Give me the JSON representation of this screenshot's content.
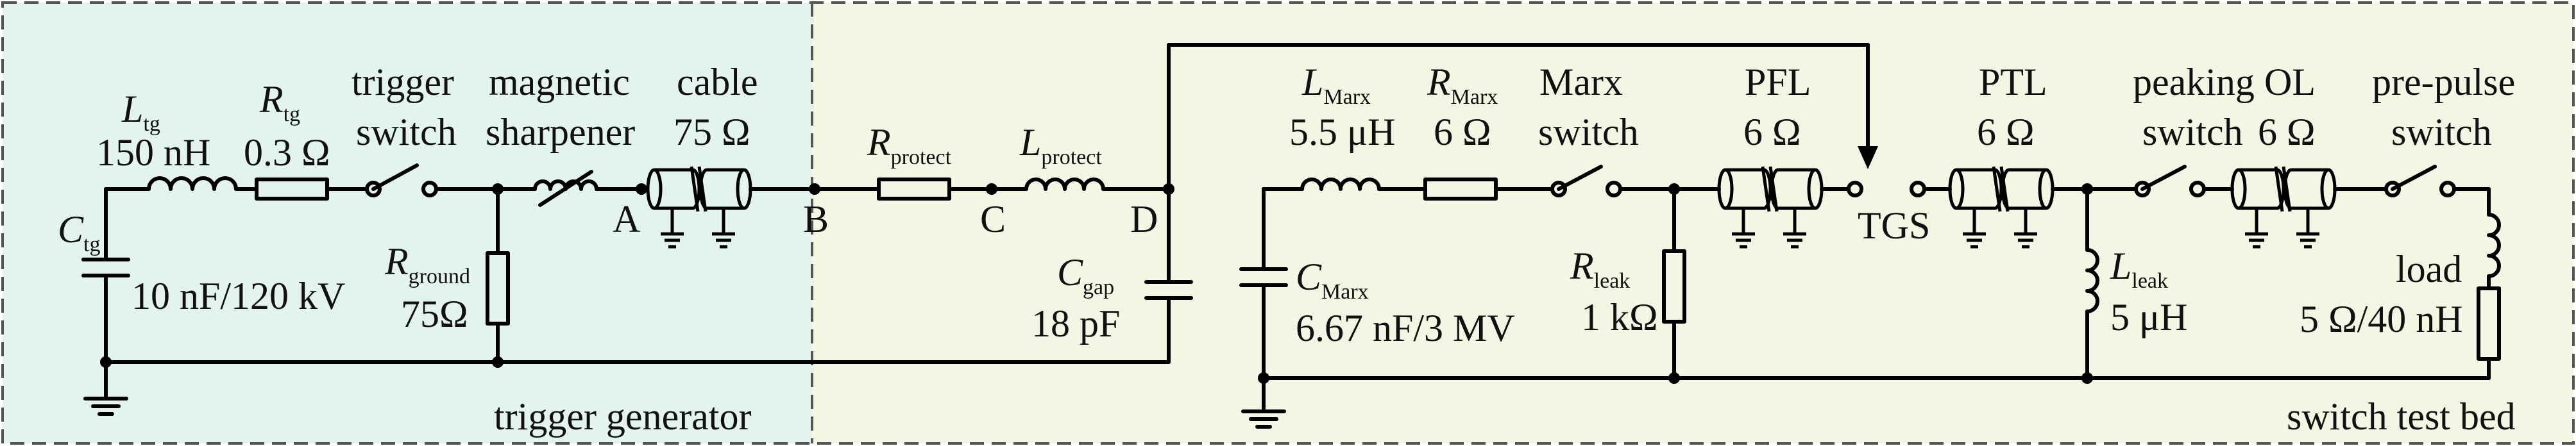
{
  "colors": {
    "trigger_region_fill": "#e3f3ef",
    "testbed_region_fill": "#f3f6e3",
    "border": "#555555",
    "wire": "#000000"
  },
  "regions": {
    "trigger_generator": "trigger generator",
    "switch_test_bed": "switch test bed"
  },
  "components": {
    "C_tg": {
      "symbol": "C",
      "sub": "tg",
      "value": "10 nF/120 kV"
    },
    "L_tg": {
      "symbol": "L",
      "sub": "tg",
      "value": "150 nH"
    },
    "R_tg": {
      "symbol": "R",
      "sub": "tg",
      "value": "0.3 Ω"
    },
    "trigger_switch": {
      "line1": "trigger",
      "line2": "switch"
    },
    "R_ground": {
      "symbol": "R",
      "sub": "ground",
      "value": "75Ω"
    },
    "magnetic_sharpener": {
      "line1": "magnetic",
      "line2": "sharpener"
    },
    "cable": {
      "line1": "cable",
      "line2": "75 Ω"
    },
    "R_protect": {
      "symbol": "R",
      "sub": "protect"
    },
    "L_protect": {
      "symbol": "L",
      "sub": "protect"
    },
    "C_gap": {
      "symbol": "C",
      "sub": "gap",
      "value": "18 pF"
    },
    "C_Marx": {
      "symbol": "C",
      "sub": "Marx",
      "value": "6.67 nF/3 MV"
    },
    "L_Marx": {
      "symbol": "L",
      "sub": "Marx",
      "value": "5.5 μH"
    },
    "R_Marx": {
      "symbol": "R",
      "sub": "Marx",
      "value": "6 Ω"
    },
    "marx_switch": {
      "line1": "Marx",
      "line2": "switch"
    },
    "PFL": {
      "line1": "PFL",
      "line2": "6 Ω"
    },
    "R_leak": {
      "symbol": "R",
      "sub": "leak",
      "value": "1 kΩ"
    },
    "TGS": {
      "label": "TGS"
    },
    "PTL": {
      "line1": "PTL",
      "line2": "6 Ω"
    },
    "L_leak": {
      "symbol": "L",
      "sub": "leak",
      "value": "5 μH"
    },
    "peaking_switch": {
      "line1": "peaking",
      "line2": "switch"
    },
    "OL": {
      "line1": "OL",
      "line2": "6 Ω"
    },
    "pre_pulse_switch": {
      "line1": "pre-pulse",
      "line2": "switch"
    },
    "load": {
      "label": "load",
      "value": "5 Ω/40 nH"
    }
  },
  "nodes": {
    "A": "A",
    "B": "B",
    "C": "C",
    "D": "D"
  }
}
